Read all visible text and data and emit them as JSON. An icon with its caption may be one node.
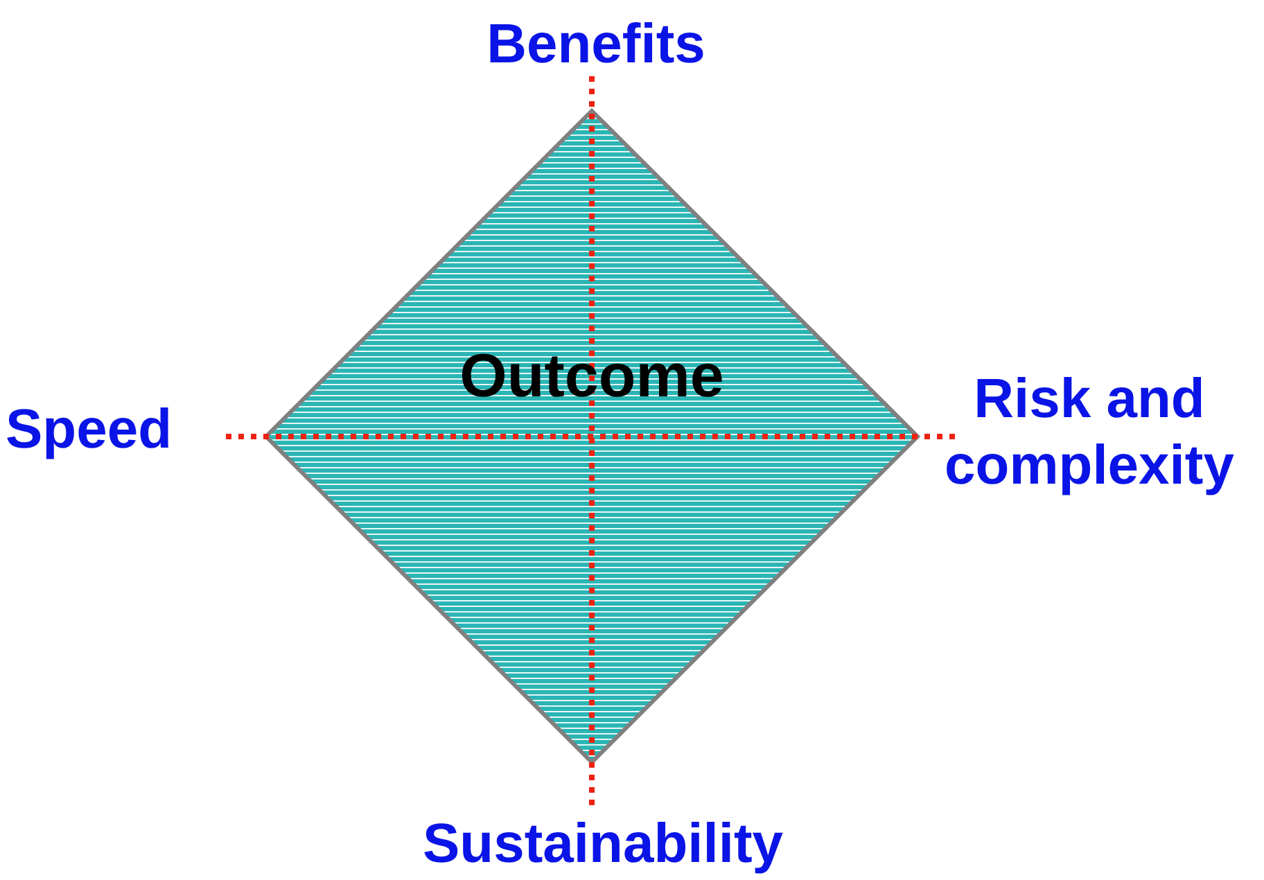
{
  "diagram": {
    "nodes": [
      {
        "text": [
          "Outcome"
        ]
      }
    ],
    "labels": [
      "Benefits",
      "Speed",
      "Risk and complexity",
      "Sustainability"
    ]
  }
}
